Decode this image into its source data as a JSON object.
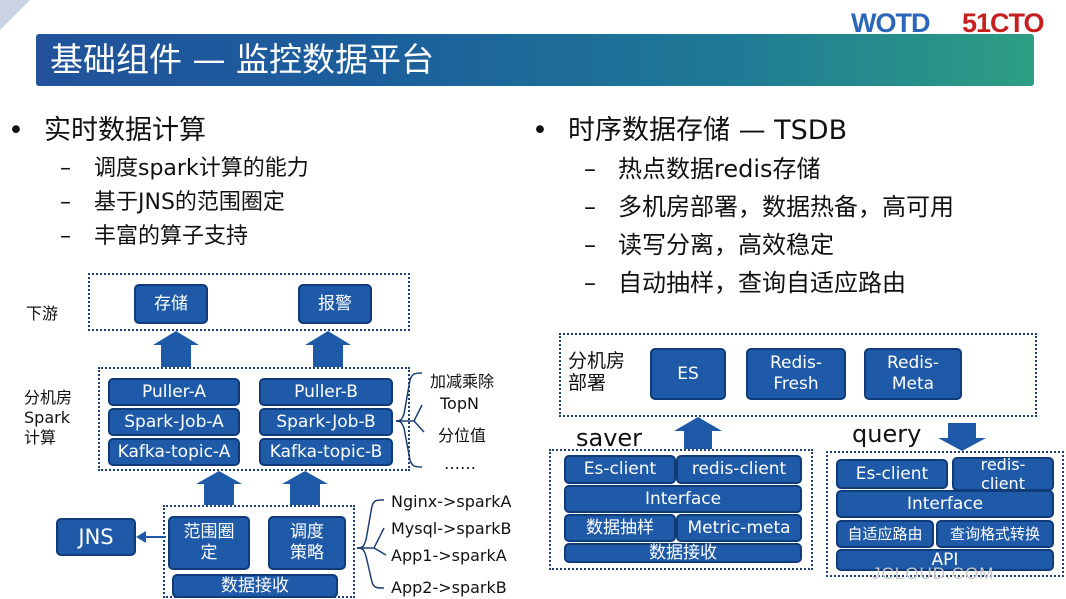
{
  "header": {
    "title": "基础组件 — 监控数据平台",
    "brand_left": "WOTD",
    "brand_right": "51CTO"
  },
  "left_section": {
    "heading": "实时数据计算",
    "points": [
      "调度spark计算的能力",
      "基于JNS的范围圈定",
      "丰富的算子支持"
    ]
  },
  "right_section": {
    "heading": "时序数据存储 — TSDB",
    "points": [
      "热点数据redis存储",
      "多机房部署，数据热备，高可用",
      "读写分离，高效稳定",
      "自动抽样，查询自适应路由"
    ]
  },
  "left_diagram": {
    "downstream_label": "下游",
    "storage": "存储",
    "alert": "报警",
    "compute_label": "分机房\nSpark\n计算",
    "puller_a": "Puller-A",
    "spark_job_a": "Spark-Job-A",
    "kafka_topic_a": "Kafka-topic-A",
    "puller_b": "Puller-B",
    "spark_job_b": "Spark-Job-B",
    "kafka_topic_b": "Kafka-topic-B",
    "operators": [
      "加减乘除",
      "TopN",
      "分位值",
      "……"
    ],
    "jns": "JNS",
    "range_scope": "范围圈\n定",
    "schedule_policy": "调度\n策略",
    "data_receive": "数据接收",
    "mappings": [
      "Nginx->sparkA",
      "Mysql->sparkB",
      "App1->sparkA",
      "App2->sparkB"
    ]
  },
  "right_diagram": {
    "deploy_label": "分机房\n部署",
    "es": "ES",
    "redis_fresh": "Redis-\nFresh",
    "redis_meta": "Redis-\nMeta",
    "saver_label": "saver",
    "query_label": "query",
    "saver": {
      "es_client": "Es-client",
      "redis_client": "redis-client",
      "interface": "Interface",
      "sampling": "数据抽样",
      "metric_meta": "Metric-meta",
      "data_receive": "数据接收"
    },
    "query": {
      "es_client": "Es-client",
      "redis_client": "redis-\nclient",
      "interface": "Interface",
      "adaptive_routing": "自适应路由",
      "query_format": "查询格式转换",
      "api": "API"
    }
  },
  "watermark": "JCLOUD.COM",
  "colors": {
    "box_fill": "#1f5aa8",
    "box_border": "#0f3c78",
    "arrow": "#1f5aa8",
    "title_gradient_start": "#21529b",
    "title_gradient_end": "#2d9e83"
  }
}
